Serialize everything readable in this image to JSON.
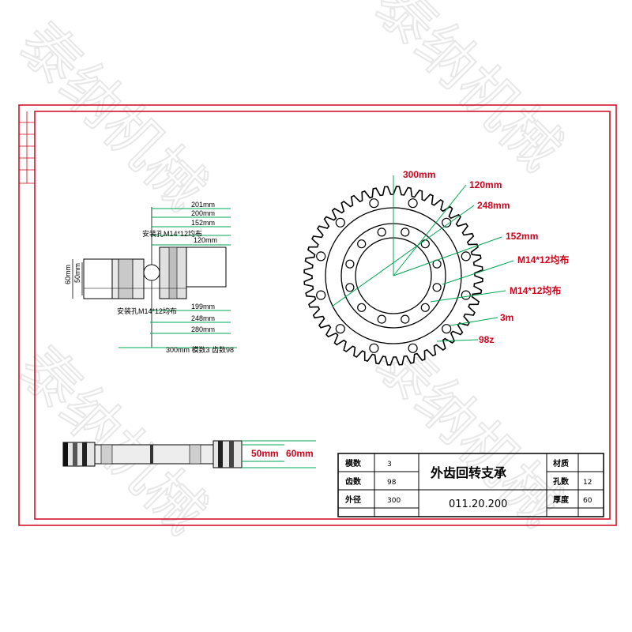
{
  "watermark": "泰纳机械",
  "front_view": {
    "dims_top": [
      "201mm",
      "200mm",
      "152mm",
      "120mm"
    ],
    "hole_note_top": "安装孔M14*12均布",
    "dims_bottom": [
      "199mm",
      "248mm",
      "280mm"
    ],
    "hole_note_bottom": "安装孔M14*12均布",
    "bottom_caption": "300mm  模数3   齿数98",
    "height_outer": "60mm",
    "height_inner": "50mm"
  },
  "top_view": {
    "labels": [
      "300mm",
      "120mm",
      "248mm",
      "152mm",
      "M14*12均布",
      "M14*12均布",
      "3m",
      "98z"
    ]
  },
  "side_view": {
    "label_inner": "50mm",
    "label_outer": "60mm"
  },
  "title_block": {
    "left_rows": [
      {
        "label": "模数",
        "value": "3"
      },
      {
        "label": "齿数",
        "value": "98"
      },
      {
        "label": "外径",
        "value": "300"
      }
    ],
    "title": "外齿回转支承",
    "part_no": "011.20.200",
    "right_rows": [
      {
        "label": "材质",
        "value": ""
      },
      {
        "label": "孔数",
        "value": "12"
      },
      {
        "label": "厚度",
        "value": "60"
      }
    ]
  },
  "colors": {
    "frame": "#d0021b",
    "dimension": "#00a651",
    "drawing": "#000000"
  }
}
